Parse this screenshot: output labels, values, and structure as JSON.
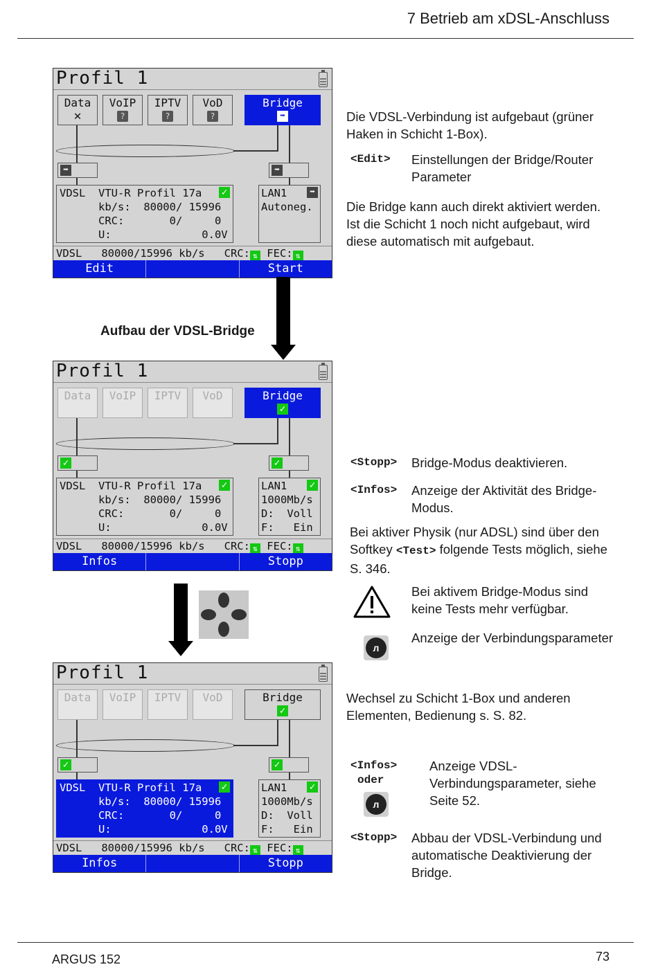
{
  "header": {
    "chapter": "7 Betrieb am xDSL-Anschluss"
  },
  "footer": {
    "device": "ARGUS 152",
    "page": "73"
  },
  "caption": "Aufbau der VDSL-Bridge",
  "screens": [
    {
      "title": "Profil 1",
      "tabs": [
        "Data",
        "VoIP",
        "IPTV",
        "VoD",
        "Bridge"
      ],
      "vdsl": [
        "VDSL  VTU-R Profil 17a",
        "      kb/s:  80000/ 15996",
        "      CRC:       0/     0",
        "      U:              0.0V"
      ],
      "lan": [
        "LAN1",
        "Autoneg."
      ],
      "status": "VDSL   80000/15996 kb/s   CRC:",
      "fec": " FEC:",
      "softkeys": [
        "Edit",
        "",
        "Start"
      ]
    },
    {
      "title": "Profil 1",
      "tabs": [
        "Data",
        "VoIP",
        "IPTV",
        "VoD",
        "Bridge"
      ],
      "vdsl": [
        "VDSL  VTU-R Profil 17a",
        "      kb/s:  80000/ 15996",
        "      CRC:       0/     0",
        "      U:              0.0V"
      ],
      "lan": [
        "LAN1",
        "1000Mb/s",
        "D:  Voll",
        "F:   Ein"
      ],
      "status": "VDSL   80000/15996 kb/s   CRC:",
      "fec": " FEC:",
      "softkeys": [
        "Infos",
        "",
        "Stopp"
      ]
    },
    {
      "title": "Profil 1",
      "tabs": [
        "Data",
        "VoIP",
        "IPTV",
        "VoD",
        "Bridge"
      ],
      "vdsl": [
        "VDSL  VTU-R Profil 17a",
        "      kb/s:  80000/ 15996",
        "      CRC:       0/     0",
        "      U:              0.0V"
      ],
      "lan": [
        "LAN1",
        "1000Mb/s",
        "D:  Voll",
        "F:   Ein"
      ],
      "status": "VDSL   80000/15996 kb/s   CRC:",
      "fec": " FEC:",
      "softkeys": [
        "Infos",
        "",
        "Stopp"
      ]
    }
  ],
  "text": {
    "p1": "Die VDSL-Verbindung ist aufgebaut (grüner Haken in Schicht 1-Box).",
    "edit_key": "<Edit>",
    "edit_desc": "Einstellungen der Bridge/Router Parameter",
    "p2": "Die Bridge kann auch direkt aktiviert werden. Ist die Schicht 1 noch nicht aufgebaut, wird diese automatisch mit aufgebaut.",
    "stopp_key": "<Stopp>",
    "stopp_desc": "Bridge-Modus deaktivieren.",
    "infos_key": "<Infos>",
    "infos_desc": "Anzeige der Aktivität des Bridge-Modus.",
    "p3_a": "Bei aktiver Physik (nur ADSL) sind über den Softkey ",
    "p3_key": "<Test>",
    "p3_b": " folgende Tests möglich, siehe S. 346.",
    "warn_text": "Bei aktivem Bridge-Modus sind keine Tests mehr verfügbar.",
    "key_glyph": "л",
    "conn_params": "Anzeige der Verbindungsparameter",
    "p4": "Wechsel zu Schicht 1-Box und anderen Elementen, Bedienung s. S. 82.",
    "infos2_key": "<Infos>",
    "oder": "oder",
    "infos2_desc": "Anzeige VDSL-Verbindungsparameter, siehe Seite 52.",
    "stopp2_key": "<Stopp>",
    "stopp2_desc": "Abbau der VDSL-Verbindung und automatische Deaktivierung der Bridge."
  }
}
